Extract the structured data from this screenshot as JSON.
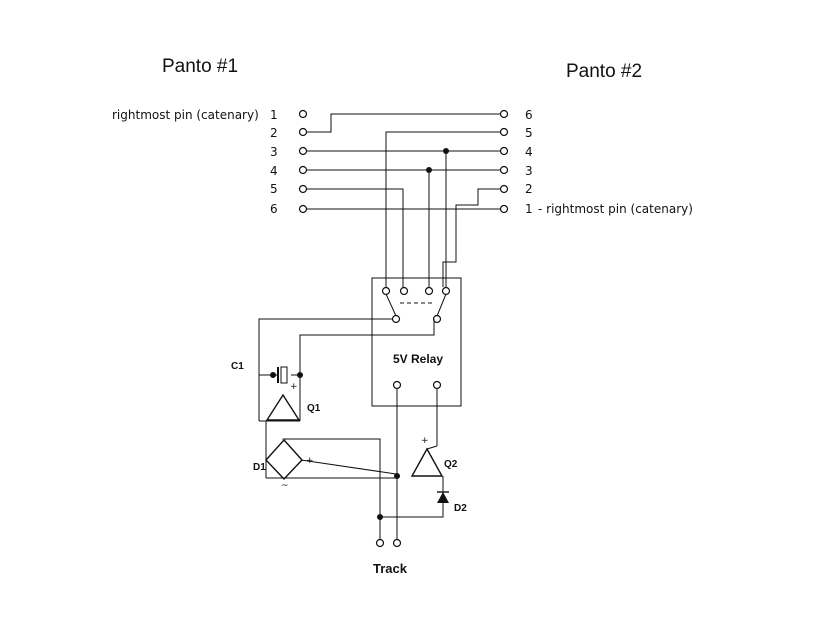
{
  "panto1": {
    "title": "Panto #1",
    "pin1_note": "rightmost pin (catenary)",
    "pins": [
      "1",
      "2",
      "3",
      "4",
      "5",
      "6"
    ]
  },
  "panto2": {
    "title": "Panto #2",
    "pin1_note": "- rightmost pin (catenary)",
    "pins": [
      "6",
      "5",
      "4",
      "3",
      "2",
      "1"
    ]
  },
  "components": {
    "relay": "5V Relay",
    "c1": "C1",
    "q1": "Q1",
    "q2": "Q2",
    "d1": "D1",
    "d2": "D2",
    "track": "Track"
  },
  "signs": {
    "plus": "+",
    "ac": "~"
  }
}
